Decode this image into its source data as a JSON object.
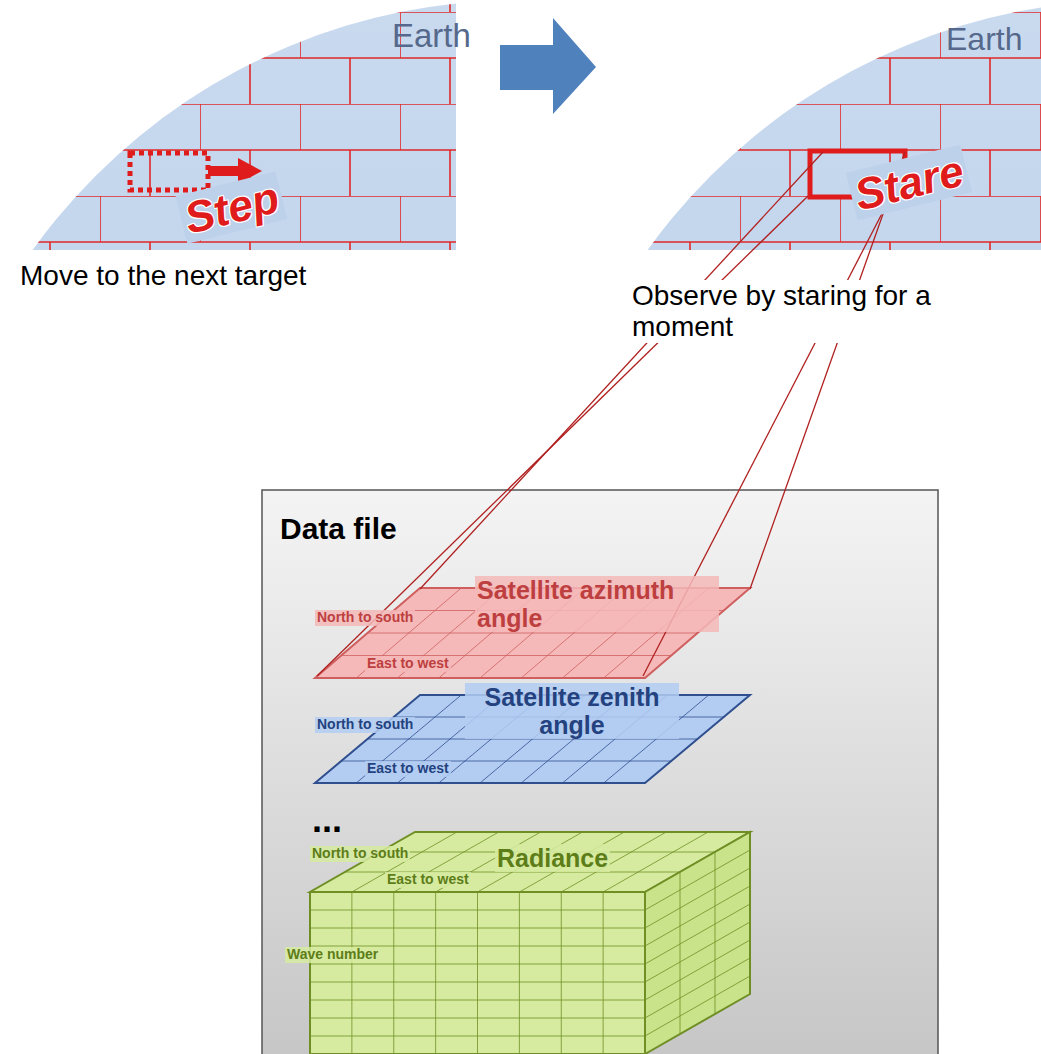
{
  "diagram": {
    "nodes": [
      {
        "text": [
          "Data file"
        ]
      },
      {
        "text": [
          "Satellite azimuth angle",
          "North to south",
          "East to west"
        ],
        "in": 0
      },
      {
        "text": [
          "Satellite zenith angle",
          "North to south",
          "East to west"
        ],
        "in": 0
      },
      {
        "text": [
          "Radiance",
          "North to south",
          "East to west",
          "Wave number"
        ],
        "in": 0
      }
    ],
    "labels": [
      "Earth",
      "Step",
      "Move to the next target",
      "Earth",
      "Stare",
      "Observe by staring for a moment",
      "..."
    ]
  }
}
